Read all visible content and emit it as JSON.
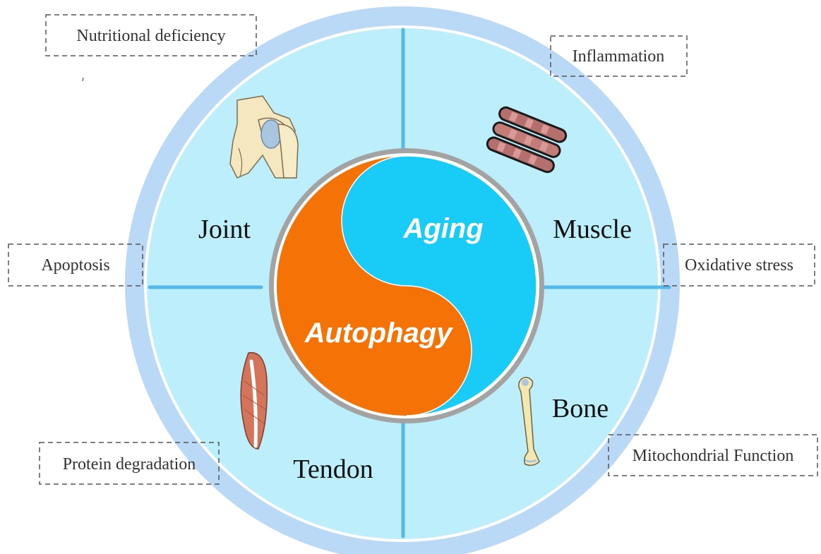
{
  "center": {
    "aging_label": "Aging",
    "autophagy_label": "Autophagy"
  },
  "tissues": {
    "joint": "Joint",
    "muscle": "Muscle",
    "tendon": "Tendon",
    "bone": "Bone"
  },
  "factors": {
    "nutritional": "Nutritional deficiency",
    "inflammation": "Inflammation",
    "apoptosis": "Apoptosis",
    "oxidative": "Oxidative stress",
    "protein": "Protein degradation",
    "mitochondrial": "Mitochondrial Function"
  },
  "colors": {
    "outer_ring": "#b9d9f7",
    "inner_disc": "#bdeefb",
    "divider": "#55b8ea",
    "center_border": "#9e9e9e",
    "aging_fill": "#19cbf7",
    "autophagy_fill": "#f47206",
    "box_border": "#555555"
  },
  "icons": [
    "shoulder-joint-icon",
    "muscle-fibers-icon",
    "tendon-icon",
    "femur-bone-icon"
  ]
}
